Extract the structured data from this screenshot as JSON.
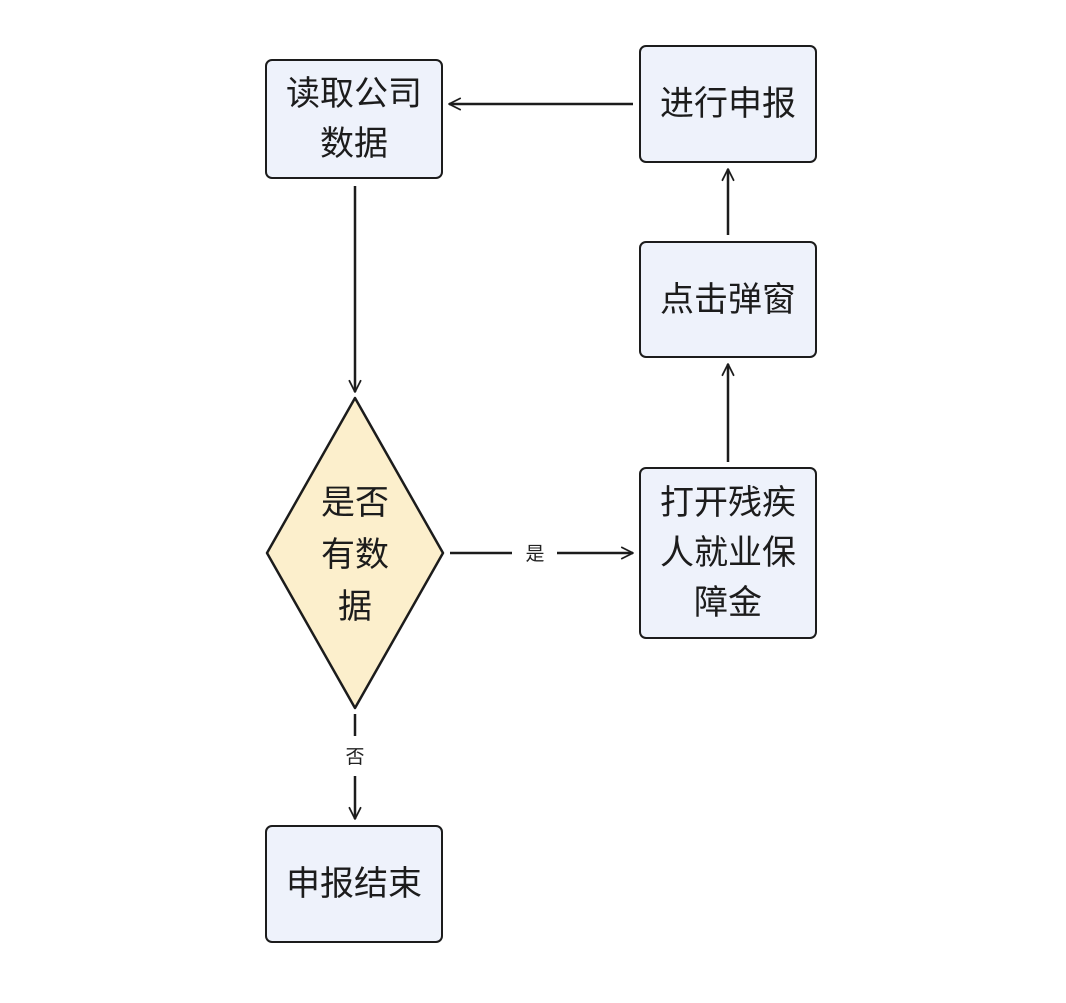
{
  "colors": {
    "process_fill": "#eef2fb",
    "decision_fill": "#fcefcc",
    "stroke": "#1c1c1c"
  },
  "nodes": {
    "read_data": "读取公司\n数据",
    "decision": "是否\n有数\n据",
    "open_fund": "打开残疾\n人就业保\n障金",
    "click_popup": "点击弹窗",
    "submit": "进行申报",
    "end": "申报结束"
  },
  "edges": {
    "yes_label": "是",
    "no_label": "否"
  }
}
